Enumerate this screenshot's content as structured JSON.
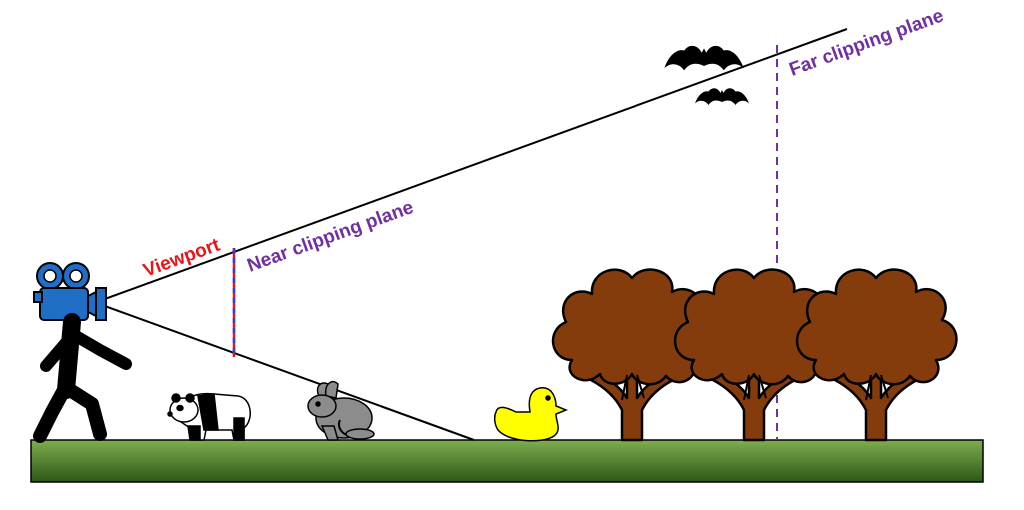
{
  "labels": {
    "viewport": "Viewport",
    "near_plane": "Near clipping plane",
    "far_plane": "Far clipping plane"
  },
  "colors": {
    "viewport_label": "#e8141a",
    "plane_label": "#7030a0",
    "near_line_red": "#e8141a",
    "near_line_blue": "#3b3bcc",
    "far_line": "#7030a0",
    "frustum_line": "#000000",
    "camera_body": "#1f6fc6",
    "tree": "#843c0c",
    "duck": "#ffff00",
    "ground_top": "#78a34a",
    "ground_bottom": "#2f5a1a",
    "rabbit": "#8c8c8c"
  },
  "scene": {
    "camera": "camera-icon",
    "figure": "walking-person-icon",
    "animals": [
      "panda-icon",
      "rabbit-icon",
      "duck-icon"
    ],
    "trees": [
      "tree-icon",
      "tree-icon",
      "tree-icon"
    ],
    "bats": [
      "bat-icon",
      "bat-icon"
    ]
  }
}
